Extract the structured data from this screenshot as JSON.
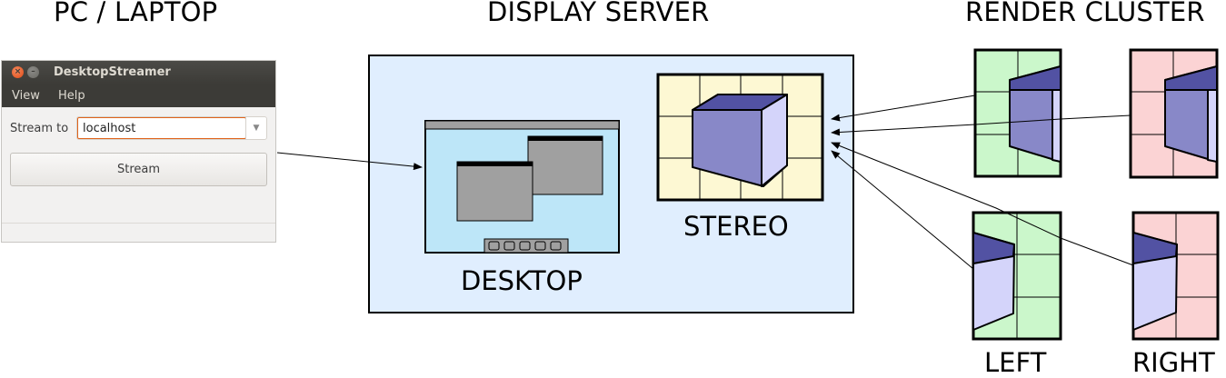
{
  "headings": {
    "pc": "PC / LAPTOP",
    "server": "DISPLAY SERVER",
    "cluster": "RENDER CLUSTER"
  },
  "app": {
    "title": "DesktopStreamer",
    "menu": [
      "View",
      "Help"
    ],
    "stream_to_label": "Stream to",
    "host_value": "localhost",
    "stream_button": "Stream"
  },
  "server": {
    "desktop_label": "DESKTOP",
    "stereo_label": "STEREO"
  },
  "cluster": {
    "left_label": "LEFT",
    "right_label": "RIGHT"
  },
  "colors": {
    "server_bg": "#e0eefe",
    "desktop_screen": "#bde6f8",
    "stereo_bg": "#fdf8d3",
    "green_panel": "#cbf7cb",
    "pink_panel": "#fbd3d4",
    "cube_dark": "#5252a3",
    "cube_mid": "#8888c8",
    "cube_light": "#d4d4fa"
  }
}
